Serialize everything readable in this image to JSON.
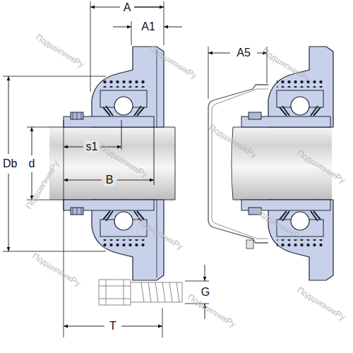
{
  "diagram": {
    "labels": [
      "A",
      "A1",
      "A5",
      "Db",
      "d",
      "s1",
      "B",
      "G",
      "T",
      "ПодшипникРу",
      "ПодшипникРу",
      "ПодшипникРу",
      "ПодшипникРу",
      "ПодшипникРу",
      "ПодшипникРу",
      "ПодшипникРу",
      "ПодшипникРу",
      "ПодшипникРу",
      "ПодшипникРу",
      "ПодшипникРу",
      "ПодшипникРу"
    ]
  }
}
